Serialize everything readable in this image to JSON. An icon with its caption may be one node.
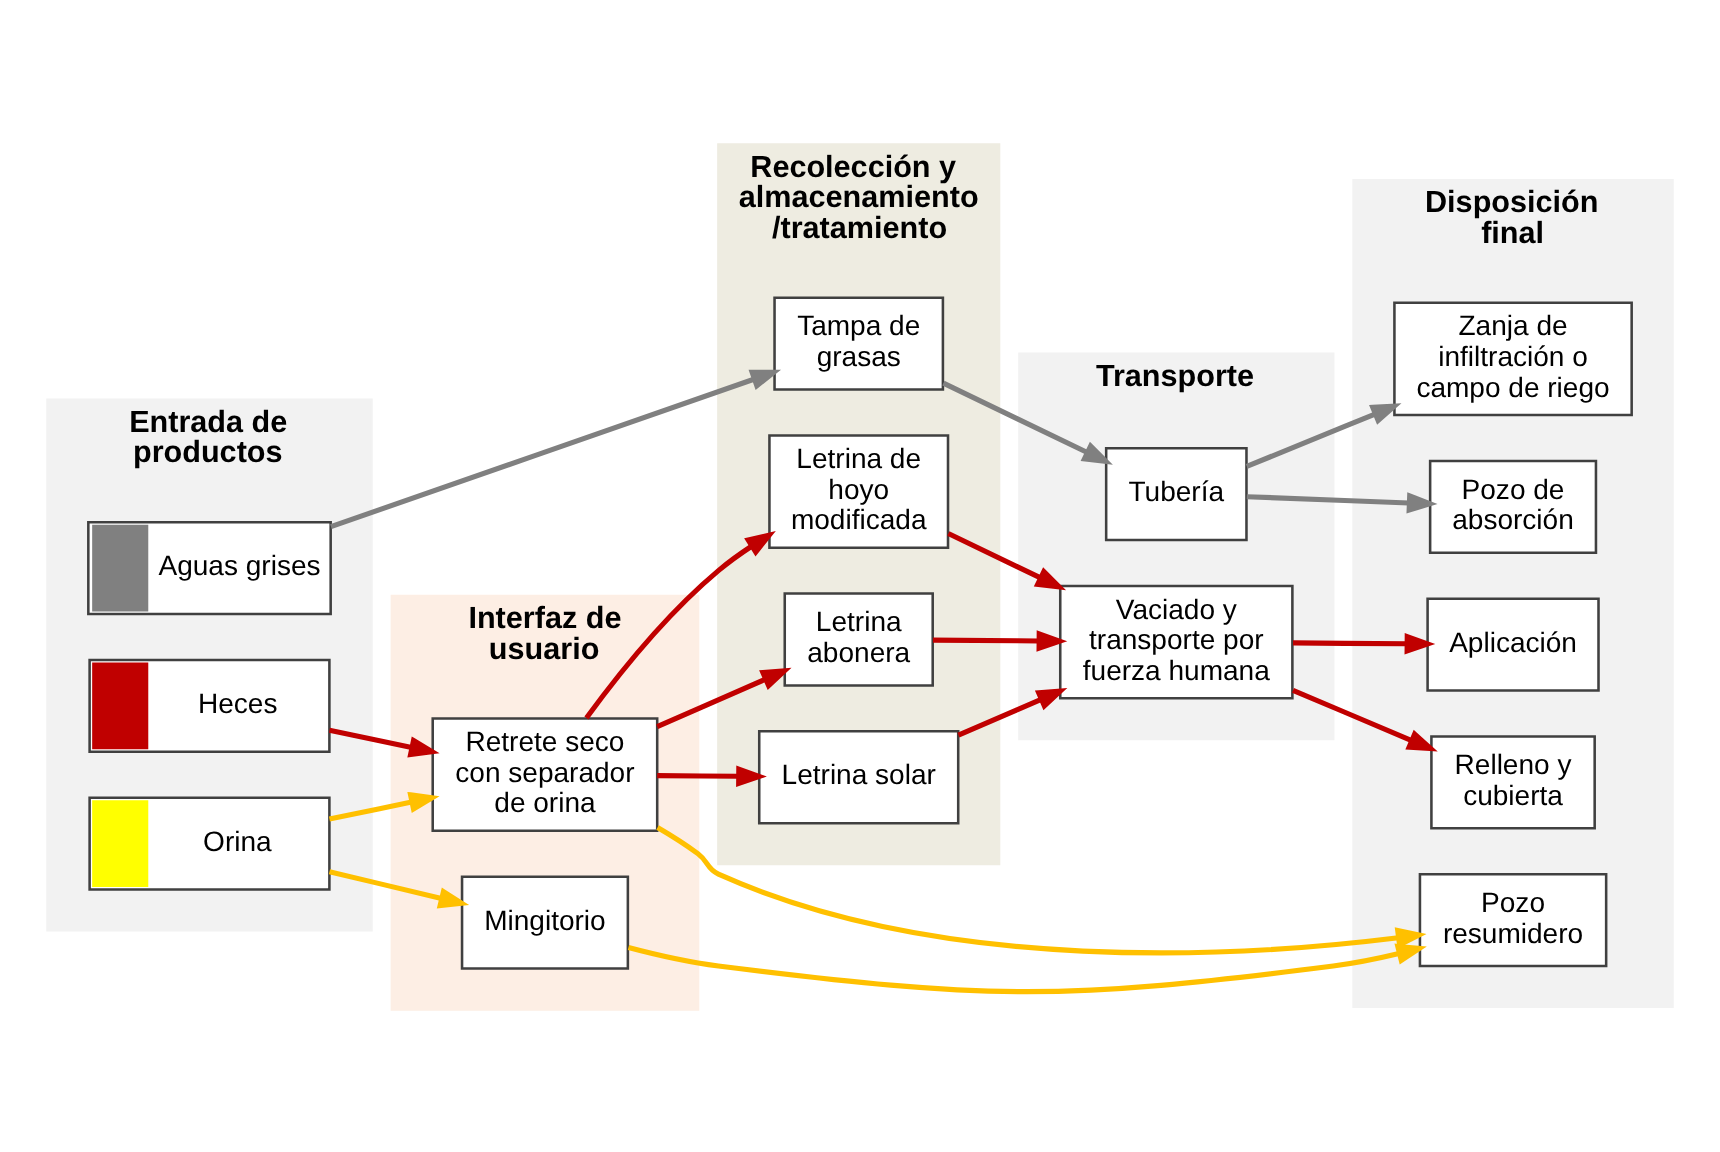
{
  "diagram": {
    "nodes": [
      {
        "text": [
          "Entrada de productos"
        ]
      },
      {
        "text": [
          "Heces"
        ],
        "in": 0
      },
      {
        "text": [
          "Orina"
        ],
        "in": 0
      },
      {
        "text": [
          "Aguas grises"
        ],
        "in": 0
      },
      {
        "text": [
          "Interfaz de usuario"
        ]
      },
      {
        "text": [
          "Retrete seco con separador de orina"
        ],
        "in": 4
      },
      {
        "text": [
          "Mingitorio"
        ],
        "in": 4
      },
      {
        "text": [
          "Recolección y almacenamiento/tratamiento"
        ]
      },
      {
        "text": [
          "Letrina de hoyo modificada"
        ],
        "in": 7
      },
      {
        "text": [
          "Letrina abonera"
        ],
        "in": 7
      },
      {
        "text": [
          "Letrina solar"
        ],
        "in": 7
      },
      {
        "text": [
          "Tampa de grasas"
        ],
        "in": 7
      },
      {
        "text": [
          "Transporte"
        ]
      },
      {
        "text": [
          "Vaciado y transporte por fuerza humana"
        ],
        "in": 12
      },
      {
        "text": [
          "Tubería"
        ],
        "in": 12
      },
      {
        "text": [
          "Disposición final"
        ]
      },
      {
        "text": [
          "Relleno y cubierta"
        ],
        "in": 15
      },
      {
        "text": [
          "Aplicación"
        ],
        "in": 15
      },
      {
        "text": [
          "Pozo resumidero"
        ],
        "in": 15
      },
      {
        "text": [
          "Pozo de absorción"
        ],
        "in": 15
      },
      {
        "text": [
          "Zanja de infiltración o campo de riego"
        ],
        "in": 15
      }
    ],
    "edges": [
      {
        "from": 1,
        "to": 5,
        "arrow": "to",
        "color": "#c00000"
      },
      {
        "from": 5,
        "to": 8,
        "arrow": "to",
        "color": "#c00000"
      },
      {
        "from": 5,
        "to": 9,
        "arrow": "to",
        "color": "#c00000"
      },
      {
        "from": 5,
        "to": 10,
        "arrow": "to",
        "color": "#c00000"
      },
      {
        "from": 8,
        "to": 13,
        "arrow": "to",
        "color": "#c00000"
      },
      {
        "from": 9,
        "to": 13,
        "arrow": "to",
        "color": "#c00000"
      },
      {
        "from": 10,
        "to": 13,
        "arrow": "to",
        "color": "#c00000"
      },
      {
        "from": 13,
        "to": 16,
        "arrow": "to",
        "color": "#c00000"
      },
      {
        "from": 13,
        "to": 17,
        "arrow": "to",
        "color": "#c00000"
      },
      {
        "from": 2,
        "to": 5,
        "arrow": "to",
        "color": "#ffc000"
      },
      {
        "from": 2,
        "to": 6,
        "arrow": "to",
        "color": "#ffc000"
      },
      {
        "from": 5,
        "to": 18,
        "arrow": "to",
        "color": "#ffc000"
      },
      {
        "from": 6,
        "to": 18,
        "arrow": "to",
        "color": "#ffc000"
      },
      {
        "from": 3,
        "to": 11,
        "arrow": "to",
        "color": "#808080"
      },
      {
        "from": 11,
        "to": 14,
        "arrow": "to",
        "color": "#808080"
      },
      {
        "from": 14,
        "to": 19,
        "arrow": "to",
        "color": "#808080"
      },
      {
        "from": 14,
        "to": 20,
        "arrow": "to",
        "color": "#808080"
      }
    ]
  }
}
